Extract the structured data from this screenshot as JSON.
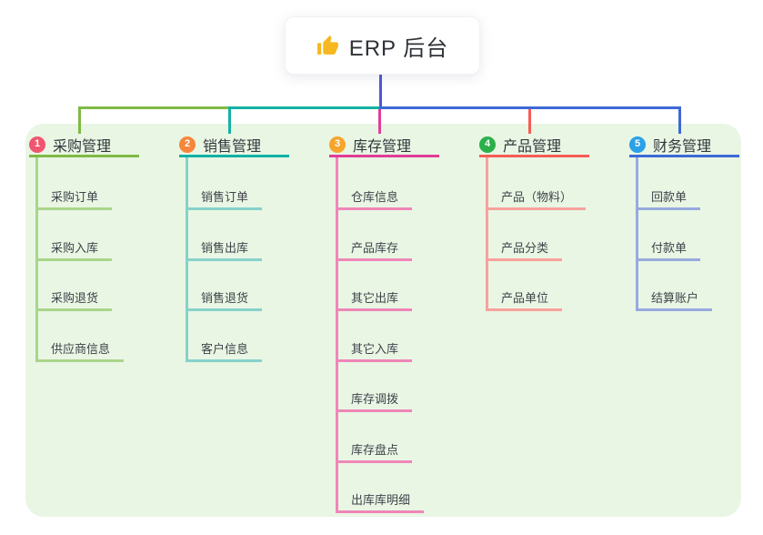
{
  "root": {
    "label": "ERP 后台",
    "icon": "thumbs-up-icon",
    "icon_color": "#f5b81f"
  },
  "panel": {
    "background": "#e9f6e4"
  },
  "connector": {
    "root_drop_color": "#4c58d4"
  },
  "branches": [
    {
      "number": "1",
      "label": "采购管理",
      "badge_color": "#f0566f",
      "line_color": "#7fba44",
      "child_line_color": "#aad58b",
      "children": [
        "采购订单",
        "采购入库",
        "采购退货",
        "供应商信息"
      ]
    },
    {
      "number": "2",
      "label": "销售管理",
      "badge_color": "#f6863b",
      "line_color": "#12b1a5",
      "child_line_color": "#86d2cb",
      "children": [
        "销售订单",
        "销售出库",
        "销售退货",
        "客户信息"
      ]
    },
    {
      "number": "3",
      "label": "库存管理",
      "badge_color": "#f7a42d",
      "line_color": "#e13d97",
      "child_line_color": "#ef86b7",
      "children": [
        "仓库信息",
        "产品库存",
        "其它出库",
        "其它入库",
        "库存调拨",
        "库存盘点",
        "出库库明细"
      ]
    },
    {
      "number": "4",
      "label": "产品管理",
      "badge_color": "#2cb04c",
      "line_color": "#f45c55",
      "child_line_color": "#f8a29c",
      "children": [
        "产品（物料）",
        "产品分类",
        "产品单位"
      ]
    },
    {
      "number": "5",
      "label": "财务管理",
      "badge_color": "#2aa1e8",
      "line_color": "#3e69d5",
      "child_line_color": "#97aade",
      "children": [
        "回款单",
        "付款单",
        "结算账户"
      ]
    }
  ]
}
